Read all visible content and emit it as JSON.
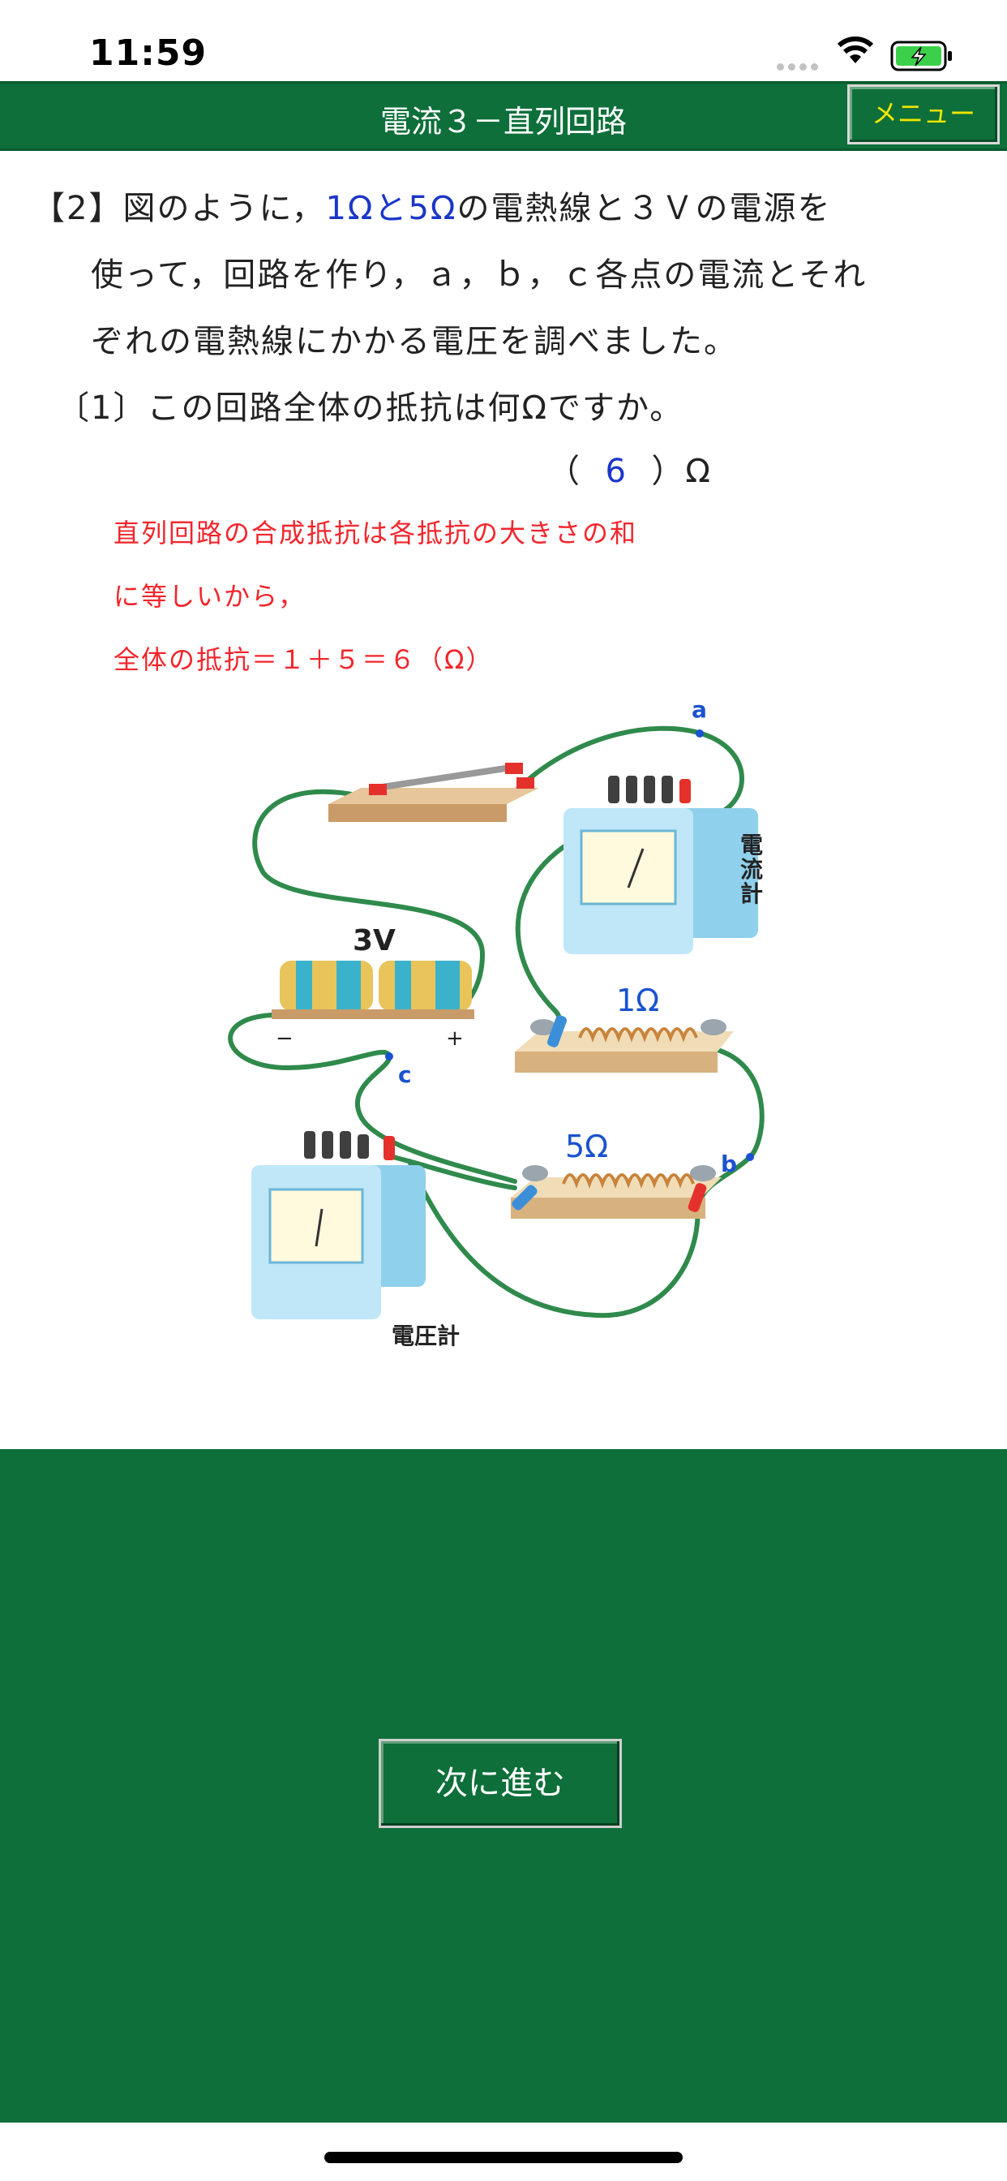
{
  "status": {
    "time": "11:59"
  },
  "header": {
    "title": "電流３－直列回路",
    "menu_label": "メニュー"
  },
  "question": {
    "line1_prefix": "【2】図のように，",
    "line1_blue": "1Ωと5Ω",
    "line1_suffix": "の電熱線と３Ｖの電源を",
    "line2": "使って，回路を作り，ａ，ｂ，ｃ各点の電流とそれ",
    "line3": "ぞれの電熱線にかかる電圧を調べました。",
    "sub1": "〔1〕この回路全体の抵抗は何Ωですか。",
    "answer_open": "（",
    "answer_value": "6",
    "answer_close": "）Ω"
  },
  "explanation": {
    "line1": "直列回路の合成抵抗は各抵抗の大きさの和",
    "line2": "に等しいから，",
    "line3": "全体の抵抗＝１＋５＝６（Ω）"
  },
  "diagram": {
    "label_a": "a",
    "label_b": "b",
    "label_c": "c",
    "label_voltage": "3V",
    "label_minus": "−",
    "label_plus": "+",
    "label_r1": "1Ω",
    "label_r2": "5Ω",
    "label_ammeter": [
      "電",
      "流",
      "計"
    ],
    "label_voltmeter": "電圧計"
  },
  "footer": {
    "next_label": "次に進む"
  },
  "colors": {
    "header_green": "#0e6f3a",
    "menu_yellow": "#f3e600",
    "answer_blue": "#1a36c8",
    "explain_red": "#f2252c",
    "wire_green": "#2f8a4c"
  }
}
